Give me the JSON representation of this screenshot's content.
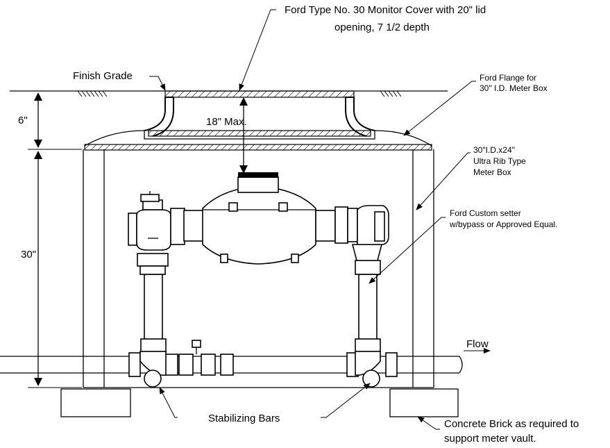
{
  "callouts": {
    "monitor_cover_line1": "Ford Type No. 30 Monitor Cover with 20\" lid",
    "monitor_cover_line2": "opening, 7 1/2 depth",
    "finish_grade": "Finish Grade",
    "ford_flange_line1": "Ford Flange for",
    "ford_flange_line2": "30\" I.D. Meter Box",
    "meter_box_line1": "30\"I.D.x24\"",
    "meter_box_line2": "Ultra Rib Type",
    "meter_box_line3": "Meter Box",
    "setter_line1": "Ford Custom setter",
    "setter_line2": "w/bypass or Approved Equal.",
    "flow": "Flow",
    "stabilizing_bars": "Stabilizing Bars",
    "concrete_line1": "Concrete Brick as required to",
    "concrete_line2": "support meter vault."
  },
  "dimensions": {
    "top": "6\"",
    "side": "30\"",
    "max": "18\" Max."
  },
  "colors": {
    "line": "#000000",
    "background": "#ffffff"
  }
}
